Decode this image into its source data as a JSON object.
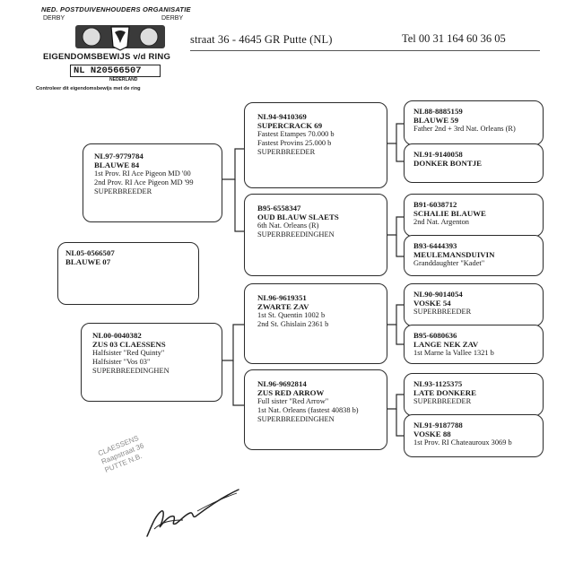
{
  "logo": {
    "org": "NED. POSTDUIVENHOUDERS ORGANISATIE",
    "derby_left": "DERBY",
    "derby_right": "DERBY",
    "title": "EIGENDOMSBEWIJS v/d RING",
    "ring_number": "NL  N20566507",
    "country": "NEDERLAND",
    "control_text": "Controleer dit eigendomsbewijs met de ring"
  },
  "header": {
    "address": "straat 36 - 4645 GR  Putte (NL)",
    "tel": "Tel 00 31 164 60 36 05"
  },
  "pigeons": {
    "subject": {
      "ring": "NL05-0566507",
      "name": "BLAUWE 07",
      "lines": []
    },
    "father": {
      "ring": "NL97-9779784",
      "name": "BLAUWE 84",
      "lines": [
        "1st Prov. RI Ace Pigeon MD '00",
        "2nd Prov. RI Ace Pigeon MD '99",
        "SUPERBREEDER"
      ]
    },
    "mother": {
      "ring": "NL00-0040382",
      "name": "ZUS 03 CLAESSENS",
      "lines": [
        "Halfsister \"Red Quinty\"",
        "Halfsister \"Vos 03\"",
        "SUPERBREEDINGHEN"
      ]
    },
    "ff": {
      "ring": "NL94-9410369",
      "name": "SUPERCRACK 69",
      "lines": [
        "Fastest Etampes 70.000 b",
        "Fastest Provins 25.000 b",
        "SUPERBREEDER"
      ]
    },
    "fm": {
      "ring": "B95-6558347",
      "name": "OUD BLAUW SLAETS",
      "lines": [
        "6th Nat. Orleans (R)",
        "SUPERBREEDINGHEN"
      ]
    },
    "mf": {
      "ring": "NL96-9619351",
      "name": "ZWARTE ZAV",
      "lines": [
        "1st St. Quentin 1002 b",
        "2nd St. Ghislain 2361 b"
      ]
    },
    "mm": {
      "ring": "NL96-9692814",
      "name": "ZUS RED ARROW",
      "lines": [
        "Full sister \"Red Arrow\"",
        "1st Nat. Orleans (fastest 40838 b)",
        "SUPERBREEDINGHEN"
      ]
    },
    "fff": {
      "ring": "NL88-8885159",
      "name": "BLAUWE 59",
      "lines": [
        "Father 2nd + 3rd Nat. Orleans (R)"
      ]
    },
    "ffm": {
      "ring": "NL91-9140058",
      "name": "DONKER BONTJE",
      "lines": []
    },
    "fmf": {
      "ring": "B91-6038712",
      "name": "SCHALIE BLAUWE",
      "lines": [
        "2nd Nat. Argenton"
      ]
    },
    "fmm": {
      "ring": "B93-6444393",
      "name": "MEULEMANSDUIVIN",
      "lines": [
        "Granddaughter \"Kadet\""
      ]
    },
    "mff": {
      "ring": "NL90-9014054",
      "name": "VOSKE 54",
      "lines": [
        "SUPERBREEDER"
      ]
    },
    "mfm": {
      "ring": "B95-6080636",
      "name": "LANGE NEK ZAV",
      "lines": [
        "1st Marne la Vallee 1321 b"
      ]
    },
    "mmf": {
      "ring": "NL93-1125375",
      "name": "LATE DONKERE",
      "lines": [
        "SUPERBREEDER"
      ]
    },
    "mmm": {
      "ring": "NL91-9187788",
      "name": "VOSKE 88",
      "lines": [
        "1st Prov. RI Chateauroux 3069 b"
      ]
    }
  },
  "stamp": {
    "line1": "CLAESSENS",
    "line2": "Raapstraat 36",
    "line3": "PUTTE N.B."
  }
}
